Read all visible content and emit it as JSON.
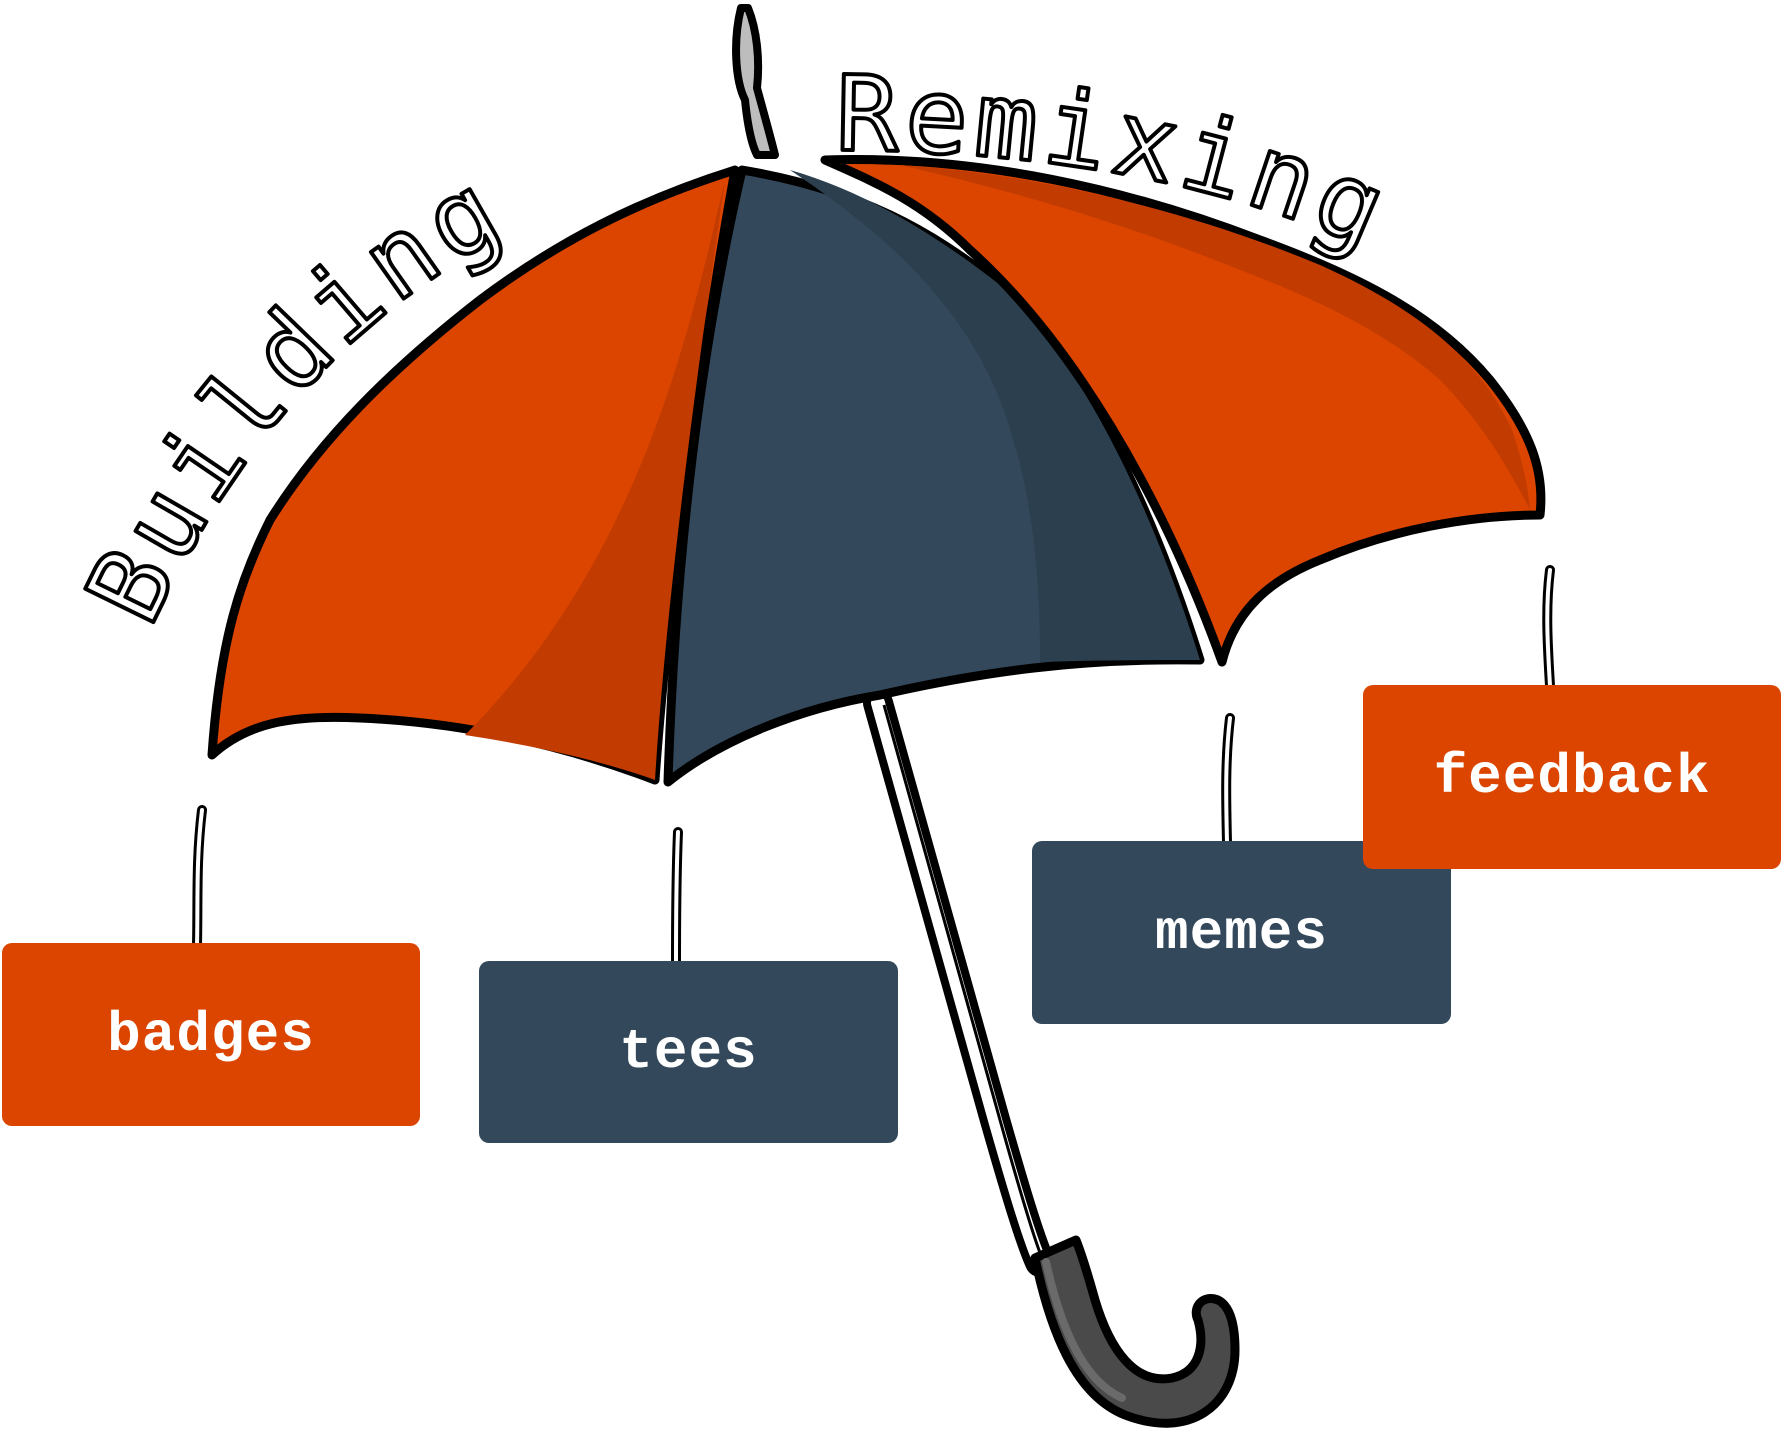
{
  "title": {
    "left_word": "Building",
    "right_word": "Remixing"
  },
  "tags": [
    {
      "id": "badges",
      "label": "badges",
      "color": "#db4500"
    },
    {
      "id": "tees",
      "label": "tees",
      "color": "#33495b"
    },
    {
      "id": "memes",
      "label": "memes",
      "color": "#33495b"
    },
    {
      "id": "feedback",
      "label": "feedback",
      "color": "#db4500"
    }
  ],
  "colors": {
    "orange": "#db4500",
    "orange_shade": "#c23b00",
    "navy": "#33495b",
    "navy_shade": "#2b3f4e",
    "outline": "#000000",
    "handle": "#4a4a4a",
    "tip": "#bdbdbd"
  },
  "icons": {
    "umbrella": "umbrella-icon"
  }
}
